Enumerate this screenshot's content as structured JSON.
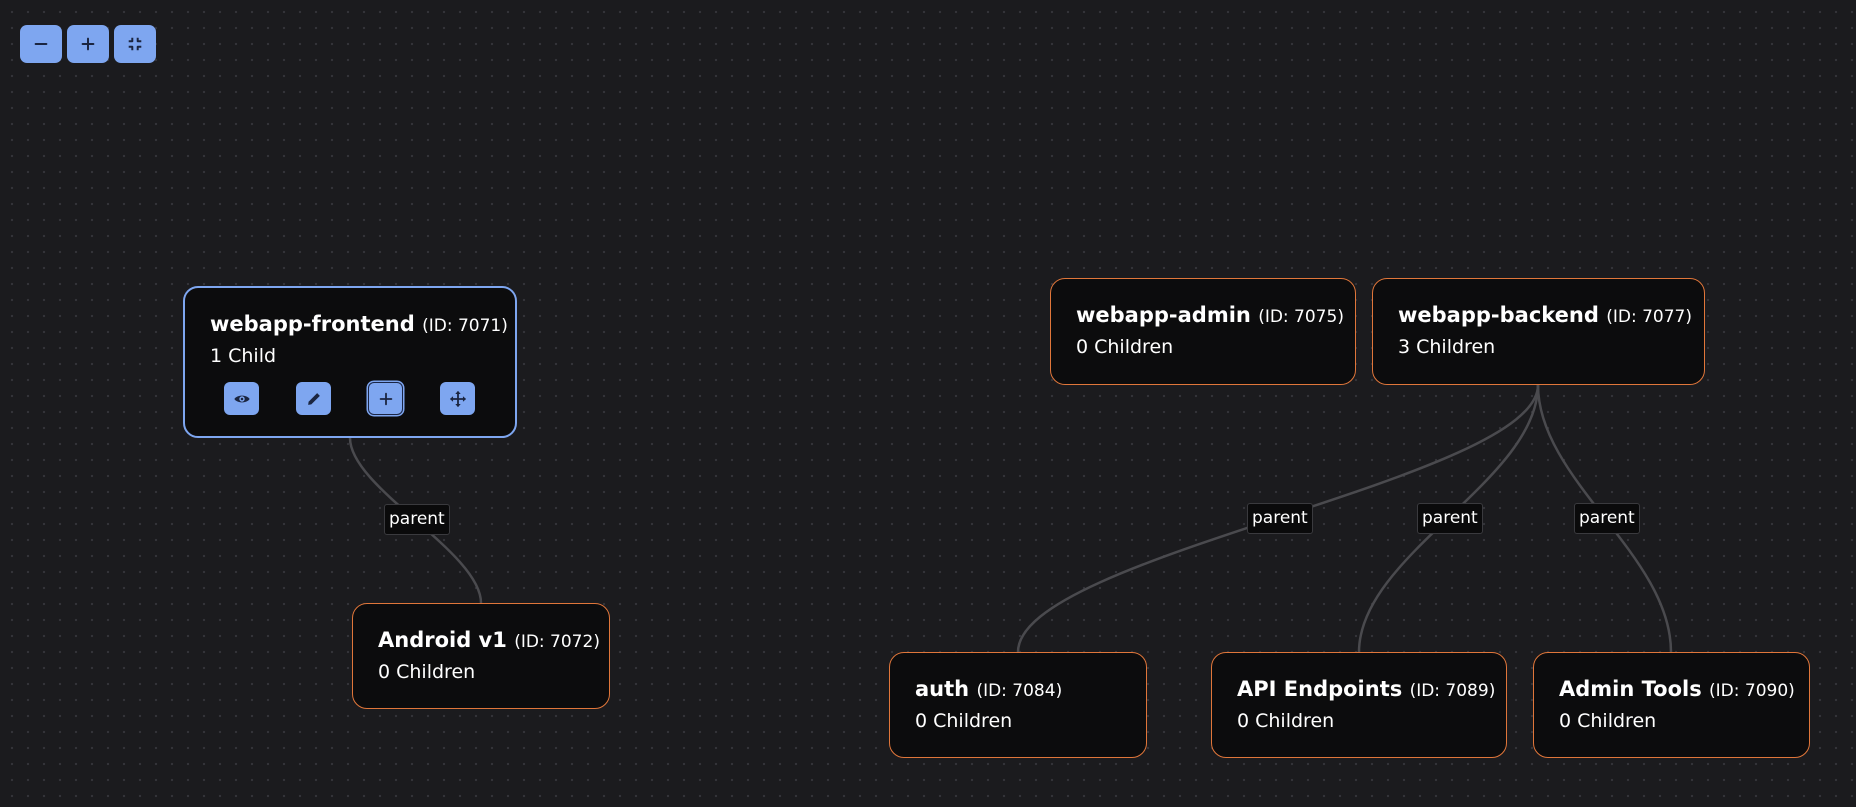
{
  "toolbar": {
    "zoom_out_icon": "minus-icon",
    "zoom_in_icon": "plus-icon",
    "fit_view_icon": "compress-icon"
  },
  "colors": {
    "background": "#1b1b1e",
    "node_fill": "#0c0c0d",
    "node_border": "#e0763a",
    "selected_border": "#7ea6f0",
    "button_fill": "#7ea6f0",
    "edge": "#4a4a4e"
  },
  "nodes": {
    "frontend": {
      "name": "webapp-frontend",
      "id_text": "(ID: 7071)",
      "count": "1 Child",
      "selected": true
    },
    "android": {
      "name": "Android v1",
      "id_text": "(ID: 7072)",
      "count": "0 Children"
    },
    "admin": {
      "name": "webapp-admin",
      "id_text": "(ID: 7075)",
      "count": "0 Children"
    },
    "backend": {
      "name": "webapp-backend",
      "id_text": "(ID: 7077)",
      "count": "3 Children"
    },
    "auth": {
      "name": "auth",
      "id_text": "(ID: 7084)",
      "count": "0 Children"
    },
    "api": {
      "name": "API Endpoints",
      "id_text": "(ID: 7089)",
      "count": "0 Children"
    },
    "admintools": {
      "name": "Admin Tools",
      "id_text": "(ID: 7090)",
      "count": "0 Children"
    }
  },
  "node_actions": [
    "eye-icon",
    "pencil-icon",
    "plus-icon",
    "move-icon"
  ],
  "edges": [
    {
      "from": "frontend",
      "to": "android",
      "label": "parent"
    },
    {
      "from": "backend",
      "to": "auth",
      "label": "parent"
    },
    {
      "from": "backend",
      "to": "api",
      "label": "parent"
    },
    {
      "from": "backend",
      "to": "admintools",
      "label": "parent"
    }
  ]
}
